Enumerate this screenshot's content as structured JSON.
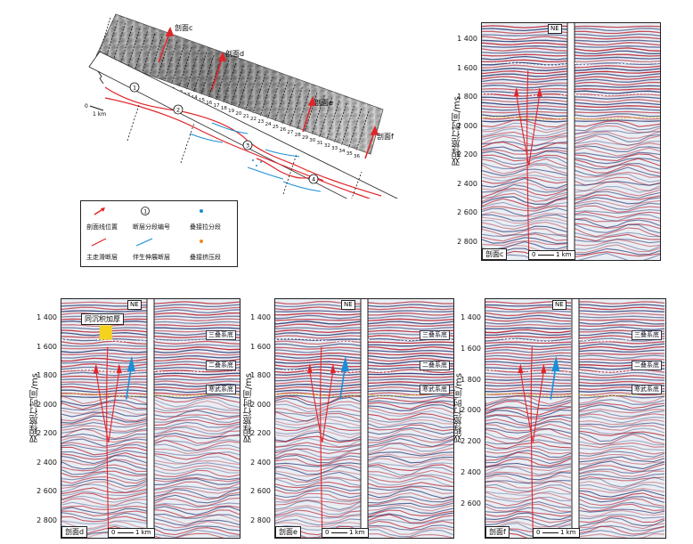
{
  "map": {
    "section_labels": [
      "剖面c",
      "剖面d",
      "剖面e",
      "剖面f"
    ],
    "scale_zero": "0",
    "scale_unit": "1 km",
    "segment_numbers": [
      "1",
      "2",
      "3",
      "4",
      "5"
    ],
    "track_numbers": [
      "1",
      "2",
      "3",
      "4",
      "5",
      "6",
      "7",
      "8",
      "9",
      "10",
      "11",
      "12",
      "13",
      "14",
      "15",
      "16",
      "17",
      "18",
      "19",
      "20",
      "21",
      "22",
      "23",
      "24",
      "25",
      "26",
      "27",
      "28",
      "29",
      "30",
      "31",
      "32",
      "33",
      "34",
      "35",
      "36"
    ]
  },
  "legend": {
    "items": [
      {
        "label": "剖面线位置",
        "icon": "red-arrow"
      },
      {
        "label": "断层分段编号",
        "icon": "circled-number",
        "symbol": "1"
      },
      {
        "label": "叠接拉分段",
        "icon": "blue-dot",
        "color": "#1a8fd6"
      },
      {
        "label": "主走滑断层",
        "icon": "red-line",
        "color": "#e0252a"
      },
      {
        "label": "伴生伸展断层",
        "icon": "blue-line",
        "color": "#1a8fd6"
      },
      {
        "label": "叠接挤压段",
        "icon": "orange-dot",
        "color": "#f08a1a"
      }
    ]
  },
  "sections": [
    {
      "id": "c",
      "caption": "剖面c",
      "ne": "NE",
      "ylabel": "双程旅行时间/ms",
      "ticks": [
        "1 400",
        "1 600",
        "1 800",
        "2 000",
        "2 200",
        "2 400",
        "2 600",
        "2 800"
      ],
      "scale_zero": "0",
      "scale_unit": "1 km",
      "systems": []
    },
    {
      "id": "d",
      "caption": "剖面d",
      "ne": "NE",
      "ylabel": "双程旅行时间/ms",
      "ticks": [
        "1 400",
        "1 600",
        "1 800",
        "2 000",
        "2 200",
        "2 400",
        "2 600",
        "2 800"
      ],
      "scale_zero": "0",
      "scale_unit": "1 km",
      "systems": [
        "三叠系底",
        "二叠系底",
        "寒武系底"
      ],
      "annotation": "同沉积加厚"
    },
    {
      "id": "e",
      "caption": "剖面e",
      "ne": "NE",
      "ylabel": "双程旅行时间/ms",
      "ticks": [
        "1 400",
        "1 600",
        "1 800",
        "2 000",
        "2 200",
        "2 400",
        "2 600",
        "2 800"
      ],
      "scale_zero": "0",
      "scale_unit": "1 km",
      "systems": [
        "三叠系底",
        "二叠系底",
        "寒武系底"
      ]
    },
    {
      "id": "f",
      "caption": "剖面f",
      "ne": "NE",
      "ylabel": "双程旅行时间/ms",
      "ticks": [
        "1 400",
        "1 600",
        "1 800",
        "2 000",
        "2 200",
        "2 400",
        "2 600"
      ],
      "scale_zero": "0",
      "scale_unit": "1 km",
      "systems": [
        "三叠系底",
        "二叠系底",
        "寒武系底"
      ]
    }
  ],
  "colors": {
    "fault": "#e0252a",
    "extension": "#1a8fd6",
    "pullapart": "#1a8fd6",
    "compress": "#f08a1a",
    "thickening": "#f5d21e"
  }
}
